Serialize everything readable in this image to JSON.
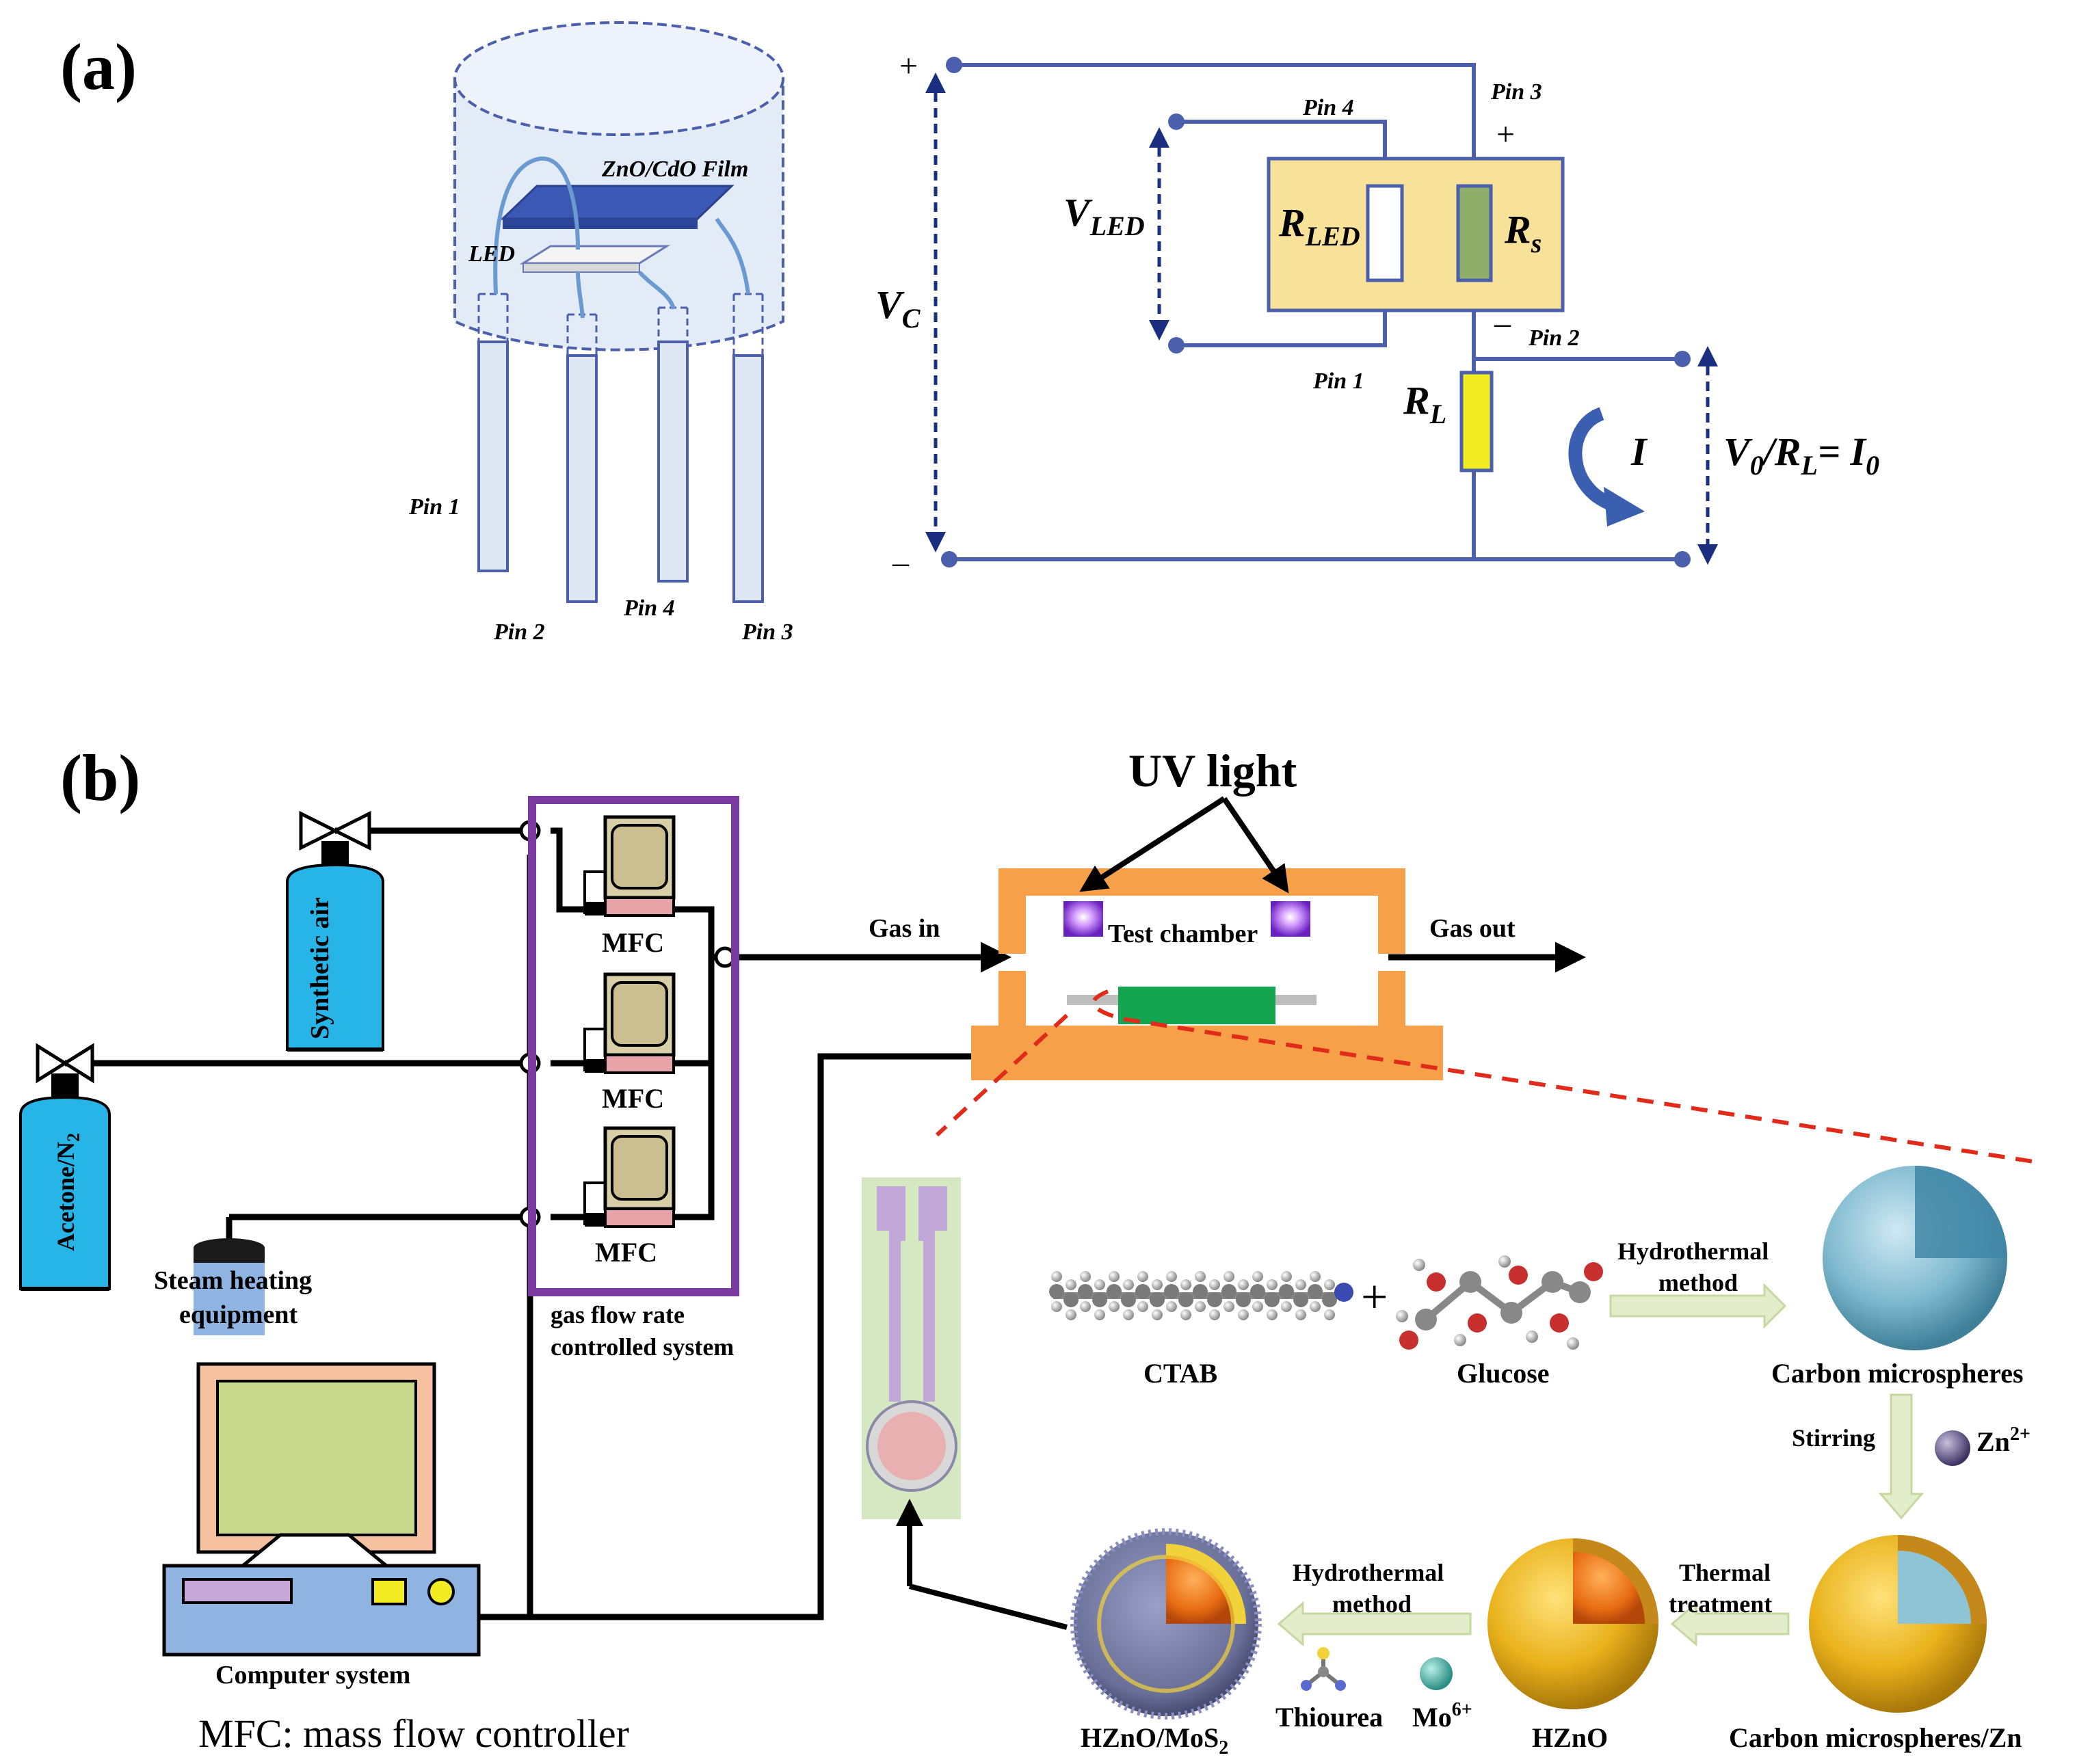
{
  "panel_a": {
    "label": "(a)",
    "package": {
      "film_label": "ZnO/CdO Film",
      "led_label": "LED",
      "pins": [
        "Pin 1",
        "Pin 2",
        "Pin 4",
        "Pin 3"
      ]
    },
    "circuit": {
      "plus": "+",
      "minus": "–",
      "vc": "V",
      "vc_sub": "C",
      "vled": "V",
      "vled_sub": "LED",
      "rled": "R",
      "rled_sub": "LED",
      "rs": "R",
      "rs_sub": "s",
      "rl": "R",
      "rl_sub": "L",
      "pin3": "Pin 3",
      "pin4": "Pin 4",
      "pin2": "Pin 2",
      "pin1": "Pin 1",
      "current": "I",
      "out_v": "V",
      "out_v_sub": "0",
      "out_sep": "/R",
      "out_sep_sub": "L",
      "out_eq": "= I",
      "out_eq_sub": "0"
    }
  },
  "panel_b": {
    "label": "(b)",
    "uv_light": "UV light",
    "test_chamber": "Test chamber",
    "gas_in": "Gas in",
    "gas_out": "Gas out",
    "synthetic_air": "Synthetic   air",
    "acetone": "Acetone/N",
    "acetone_sub": "2",
    "steam": [
      "Steam heating",
      "equipment"
    ],
    "mfc": [
      "MFC",
      "MFC",
      "MFC"
    ],
    "gas_flow": [
      "gas flow rate",
      "controlled system"
    ],
    "computer": "Computer system",
    "footnote": "MFC: mass flow controller",
    "synthesis": {
      "ctab": "CTAB",
      "plus": "+",
      "glucose": "Glucose",
      "hydrothermal1": [
        "Hydrothermal",
        "method"
      ],
      "carbon_ms": "Carbon microspheres",
      "stirring": "Stirring",
      "zn": "Zn",
      "zn_sup": "2+",
      "carbon_zn": "Carbon microspheres/Zn",
      "thermal": [
        "Thermal",
        "treatment"
      ],
      "hzno": "HZnO",
      "hydrothermal2": [
        "Hydrothermal",
        "method"
      ],
      "thiourea": "Thiourea",
      "mo": "Mo",
      "mo_sup": "6+",
      "hzno_mos2": "HZnO/MoS",
      "hzno_mos2_sub": "2"
    }
  },
  "colors": {
    "wire": "#4b5fad",
    "film": "#3b59b4",
    "package_fill": "#dfe8f6",
    "box_fill": "#f8e29a",
    "rs_fill": "#8fae6a",
    "rl_fill": "#f2ec23",
    "orange": "#f7a04a",
    "cyan": "#27b5e8",
    "purple": "#7a3aa0",
    "sensor_green": "#13a550",
    "red_dash": "#e02a1a"
  }
}
